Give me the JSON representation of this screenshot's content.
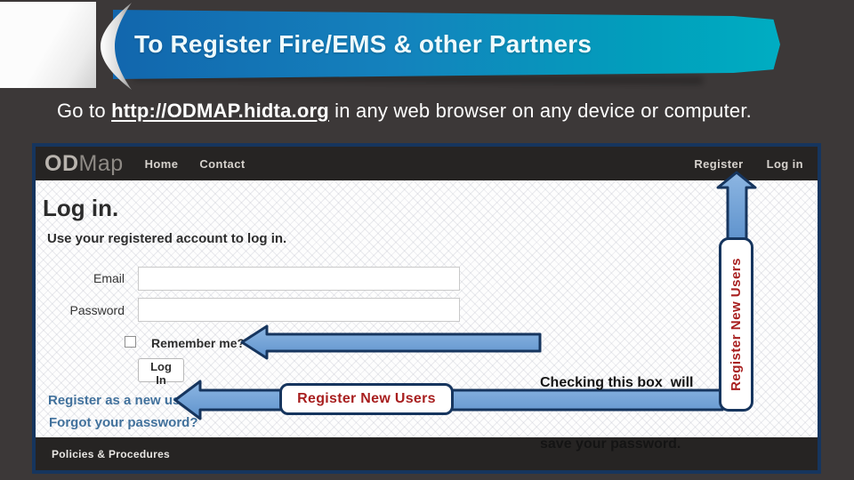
{
  "slide": {
    "title": "To Register Fire/EMS & other Partners",
    "instruction": {
      "prefix": "Go to ",
      "link_text": "http://ODMAP.hidta.org",
      "suffix": " in any web browser on any device or computer."
    }
  },
  "site": {
    "navbar": {
      "logo_bold": "OD",
      "logo_light": "Map",
      "home": "Home",
      "contact": "Contact",
      "register": "Register",
      "login": "Log in"
    },
    "login_form": {
      "heading": "Log in.",
      "subheading": "Use your registered account to log in.",
      "email_label": "Email",
      "email_value": "",
      "password_label": "Password",
      "password_value": "",
      "remember_label": "Remember me?",
      "remember_checked": false,
      "login_button": "Log In",
      "register_link": "Register as a new user",
      "forgot_link": "Forgot your password?"
    },
    "footer": {
      "policies_link": "Policies & Procedures"
    }
  },
  "annotations": {
    "checkbox_note_line1": "Checking this box  will",
    "checkbox_note_line2": "save your password.",
    "register_callout_label": "Register New Users",
    "register_tab_label": "Register New Users"
  },
  "colors": {
    "slide_background": "#3c3838",
    "ribbon_blue": "#1266ad",
    "ribbon_teal": "#00adc2",
    "annotation_navy": "#16355e",
    "annotation_arrow_fill": "#79a9dc",
    "annotation_red": "#a81f1f",
    "link_blue": "#41719c",
    "navbar_background": "#262423"
  }
}
